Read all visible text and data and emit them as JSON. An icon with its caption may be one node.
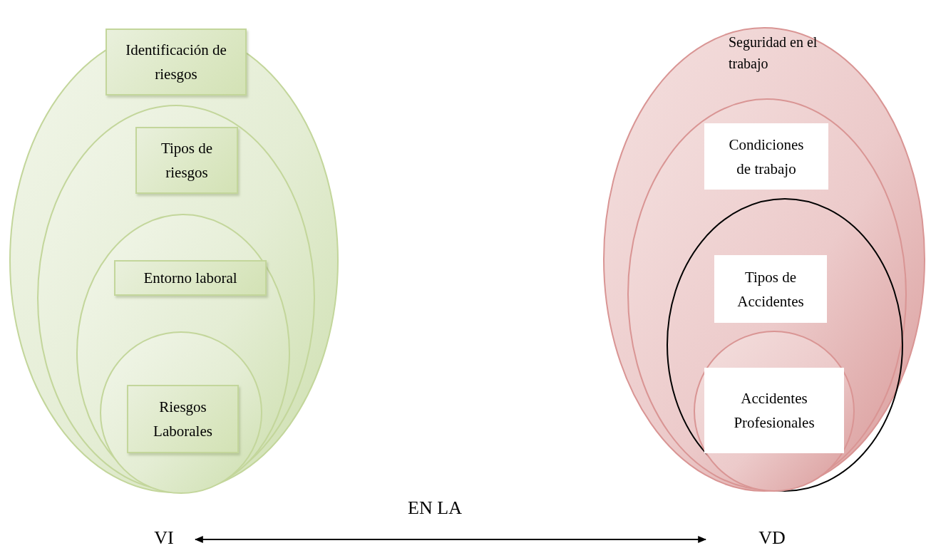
{
  "diagram": {
    "nodes": [
      {
        "text": [],
        "shape": "ellipse"
      },
      {
        "text": [
          "Identificación de riesgos"
        ],
        "in": 0
      },
      {
        "text": [],
        "shape": "ellipse",
        "in": 0
      },
      {
        "text": [
          "Tipos de riesgos"
        ],
        "in": 2
      },
      {
        "text": [],
        "shape": "ellipse",
        "in": 2
      },
      {
        "text": [
          "Entorno laboral"
        ],
        "in": 4
      },
      {
        "text": [],
        "shape": "circle",
        "in": 4
      },
      {
        "text": [
          "Riesgos Laborales"
        ],
        "in": 6
      },
      {
        "text": [
          "Seguridad en el trabajo"
        ]
      },
      {
        "text": [],
        "shape": "ellipse",
        "in": 8
      },
      {
        "text": [
          "Condiciones de trabajo"
        ],
        "in": 9
      },
      {
        "text": [],
        "shape": "ellipse",
        "in": 9
      },
      {
        "text": [
          "Tipos de Accidentes"
        ],
        "in": 11
      },
      {
        "text": [],
        "shape": "circle",
        "in": 11
      },
      {
        "text": [
          "Accidentes Profesionales"
        ],
        "in": 13
      },
      {
        "text": [
          "VI"
        ]
      },
      {
        "text": [
          "VD"
        ]
      }
    ],
    "edges": [
      {
        "from": 15,
        "to": 16,
        "arrow": "both",
        "label": "EN LA"
      }
    ]
  }
}
